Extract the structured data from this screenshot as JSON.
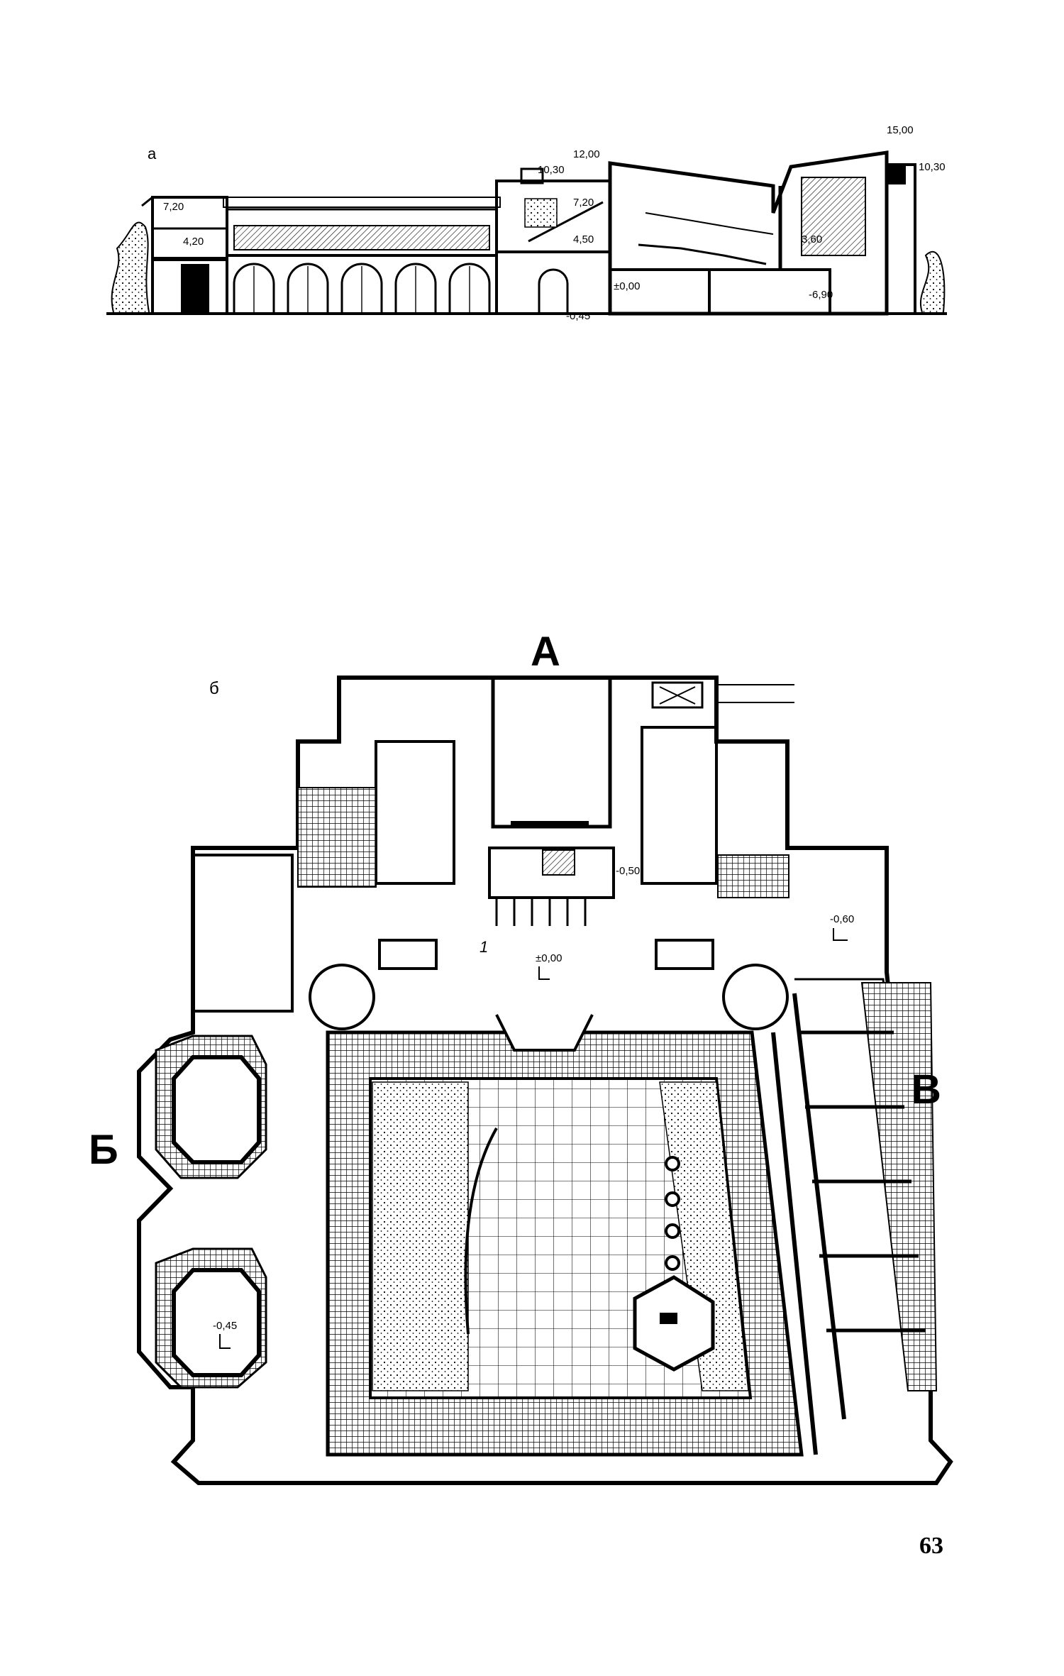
{
  "section": {
    "label": "а",
    "elevations": [
      "7,20",
      "4,20",
      "12,00",
      "10,30",
      "7,20",
      "4,50",
      "±0,00",
      "-0,45",
      "15,00",
      "10,30",
      "3,60",
      "-6,90"
    ]
  },
  "plan": {
    "label": "б",
    "entrances": [
      "А",
      "Б",
      "В"
    ],
    "room_number": "1",
    "elevations": [
      "-0,50",
      "±0,00",
      "-0,60",
      "-0,45"
    ]
  },
  "page_number": "63",
  "colors": {
    "ink": "#000000",
    "paper": "#ffffff"
  }
}
